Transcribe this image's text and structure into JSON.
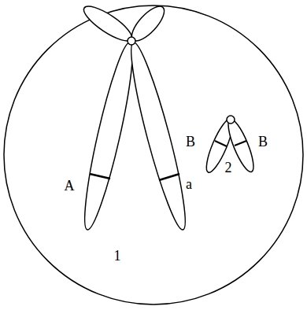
{
  "diagram": {
    "labels": [
      "A",
      "a",
      "B",
      "B",
      "2",
      "1"
    ]
  }
}
